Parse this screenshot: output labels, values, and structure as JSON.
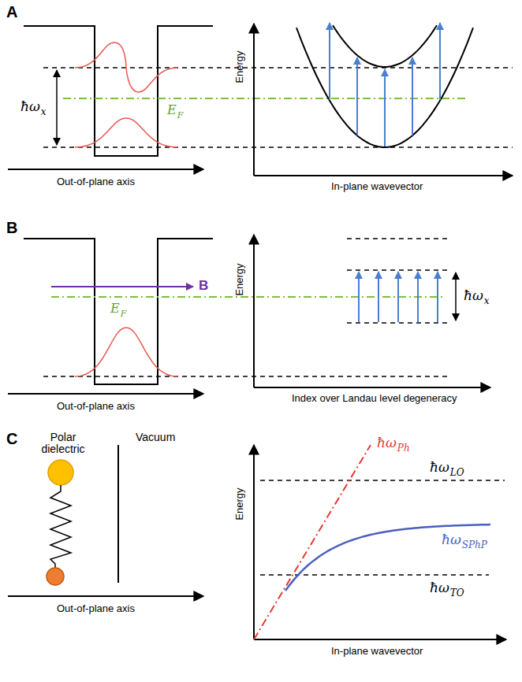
{
  "diagram": {
    "labels": [
      "A",
      "ħω",
      "x",
      "E",
      "F",
      "Out-of-plane axis",
      "Energy",
      "In-plane wavevector",
      "B",
      "B",
      "E",
      "F",
      "Out-of-plane axis",
      "Energy",
      "Index over Landau level degeneracy",
      "ħω",
      "x",
      "C",
      "Polar dielectric",
      "Vacuum",
      "Out-of-plane axis",
      "Energy",
      "In-plane wavevector",
      "ħω",
      "Ph",
      "ħω",
      "LO",
      "ħω",
      "SPhP",
      "ħω",
      "TO"
    ]
  }
}
